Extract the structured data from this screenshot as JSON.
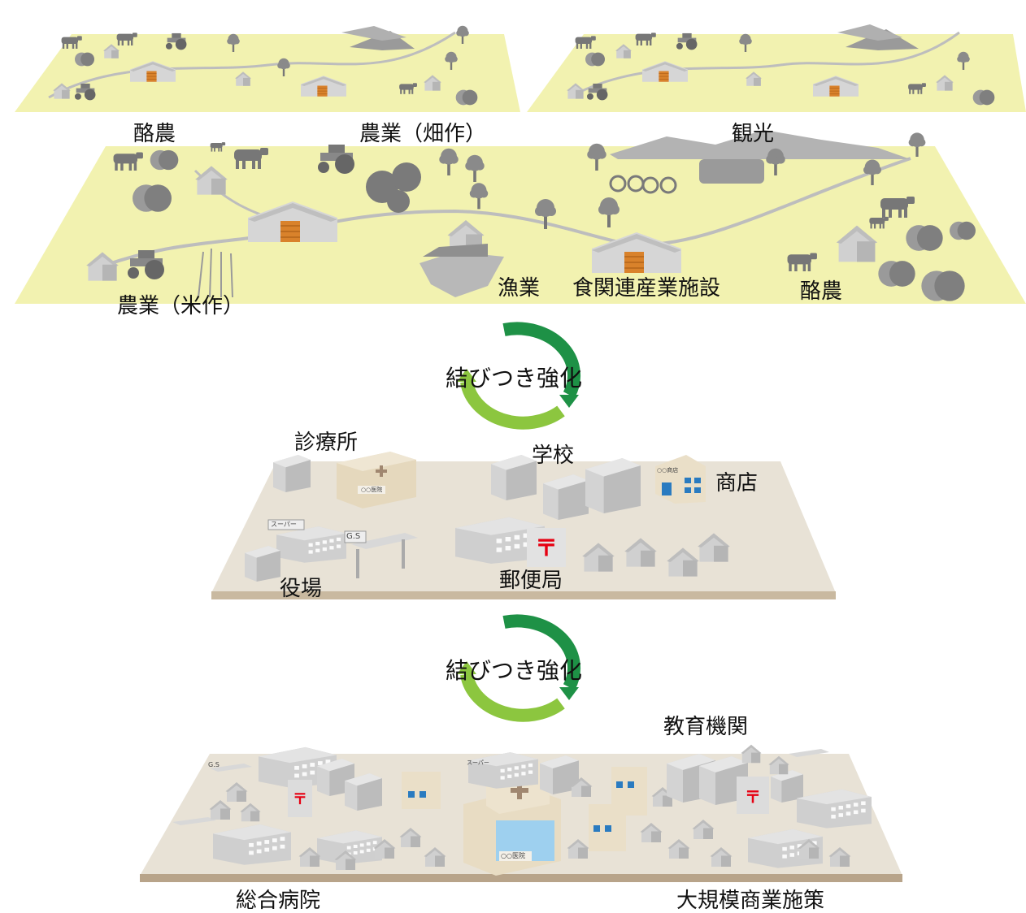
{
  "colors": {
    "rural_plane": "#f2f2b0",
    "town_plane": "#e8e2d6",
    "town_edge": "#c9b9a0",
    "city_edge": "#b8a48a",
    "silhouette": "#8c8c8c",
    "building": "#d9d9d9",
    "arrow_dark": "#1e9146",
    "arrow_light": "#8cc63f",
    "post_red": "#e60012",
    "crate": "#d9822b"
  },
  "rural": {
    "labels": {
      "dairy_top": "酪農",
      "farming_field": "農業（畑作）",
      "tourism": "観光",
      "farming_rice": "農業（米作）",
      "fishery": "漁業",
      "food_industry": "食関連産業施設",
      "dairy_right": "酪農"
    }
  },
  "cycle": {
    "label_1": "結びつき強化",
    "label_2": "結びつき強化"
  },
  "town": {
    "labels": {
      "clinic": "診療所",
      "school": "学校",
      "shop": "商店",
      "office": "役場",
      "post_office": "郵便局"
    },
    "signs": {
      "super": "スーパー",
      "gs": "G.S",
      "clinic_sign": "○○医院",
      "shop_sign": "○○商店",
      "post_mark": "〒"
    }
  },
  "city": {
    "labels": {
      "education": "教育機関",
      "general_hospital": "総合病院",
      "large_commercial": "大規模商業施策"
    },
    "signs": {
      "gs": "G.S",
      "super": "スーパー",
      "hospital_sign": "○○医院",
      "post_mark": "〒"
    }
  }
}
